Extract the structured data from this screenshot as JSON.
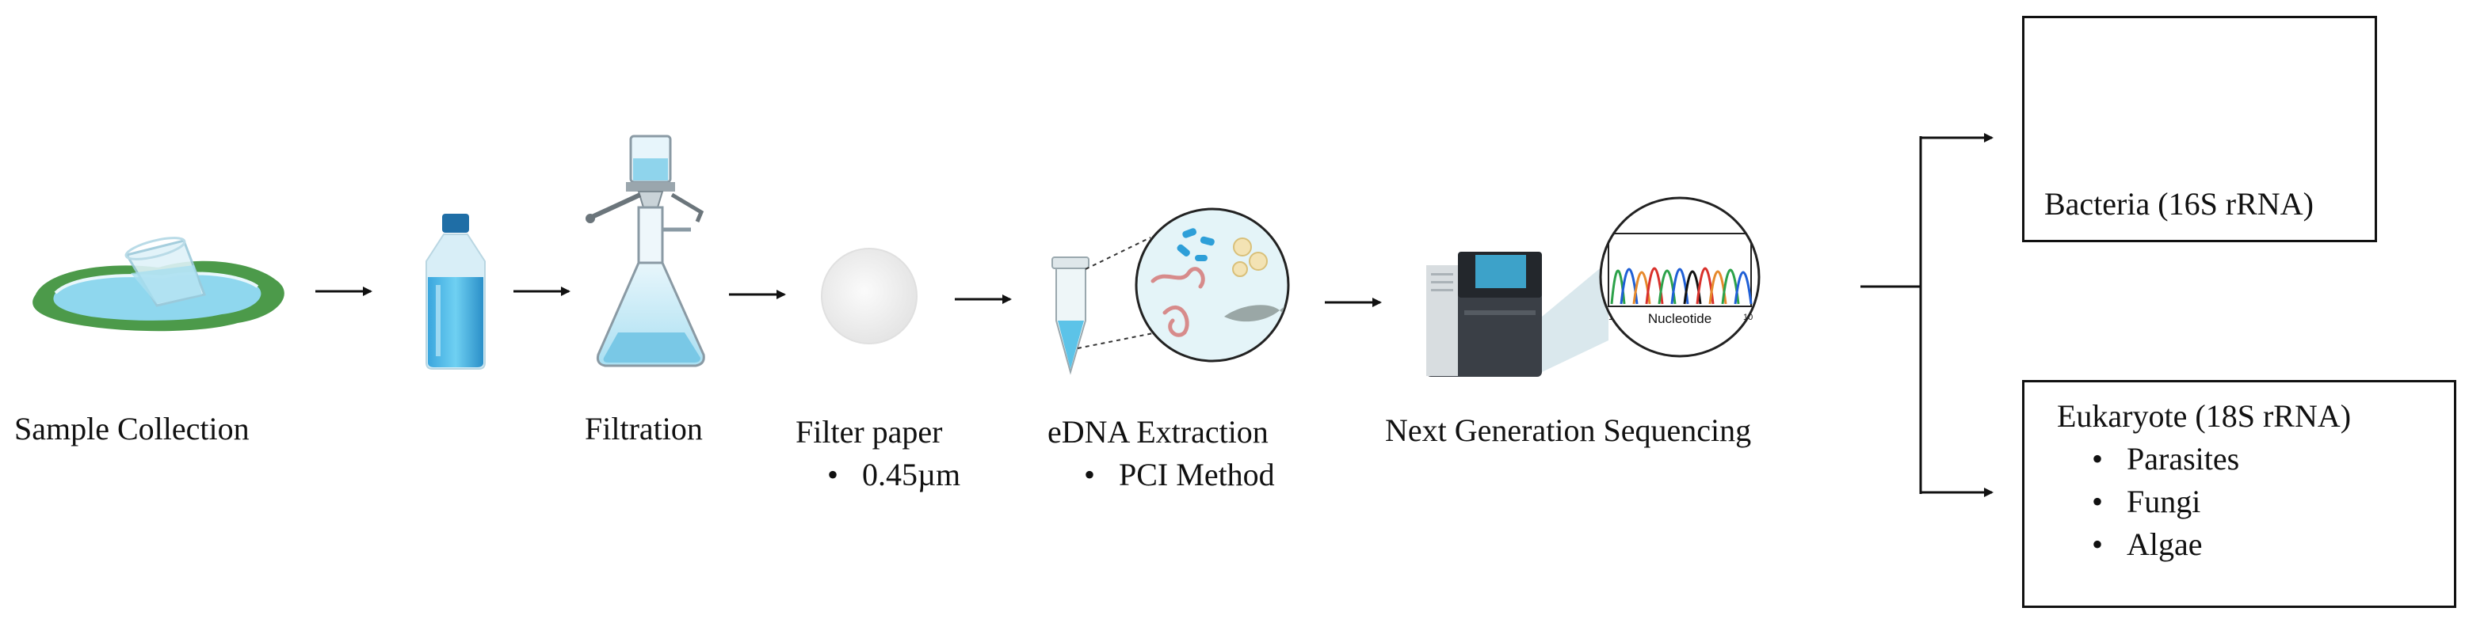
{
  "steps": {
    "sample_collection": {
      "label": "Sample Collection"
    },
    "filtration": {
      "label": "Filtration"
    },
    "filter_paper": {
      "label": "Filter paper",
      "detail": "0.45µm"
    },
    "edna_extraction": {
      "label": "eDNA Extraction",
      "detail": "PCI Method"
    },
    "ngs": {
      "label": "Next Generation Sequencing",
      "chromatogram_axis": "Nucleotide",
      "axis_start": "1",
      "axis_end": "10"
    }
  },
  "outputs": {
    "bacteria": {
      "label": "Bacteria (16S rRNA)"
    },
    "eukaryote": {
      "label": "Eukaryote (18S rRNA)",
      "items": [
        "Parasites",
        "Fungi",
        "Algae"
      ]
    }
  },
  "colors": {
    "water": "#5cc3e8",
    "water_dark": "#2a8fc8",
    "ground": "#4c9a4a",
    "bacteria": "#2e9fd8",
    "sequencer": "#3a3f46",
    "arrow": "#111111"
  }
}
